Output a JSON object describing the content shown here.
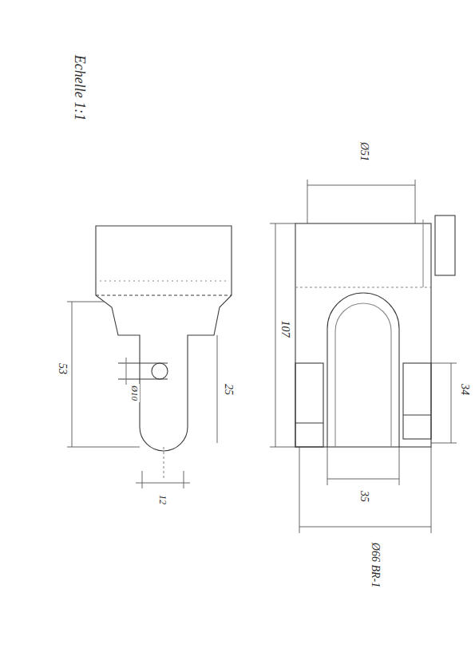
{
  "diagram": {
    "labels": [
      "Echelle 1:1",
      "53",
      "Ø10",
      "25",
      "12",
      "Ø51",
      "107",
      "34",
      "35",
      "Ø66 BR-1"
    ]
  }
}
